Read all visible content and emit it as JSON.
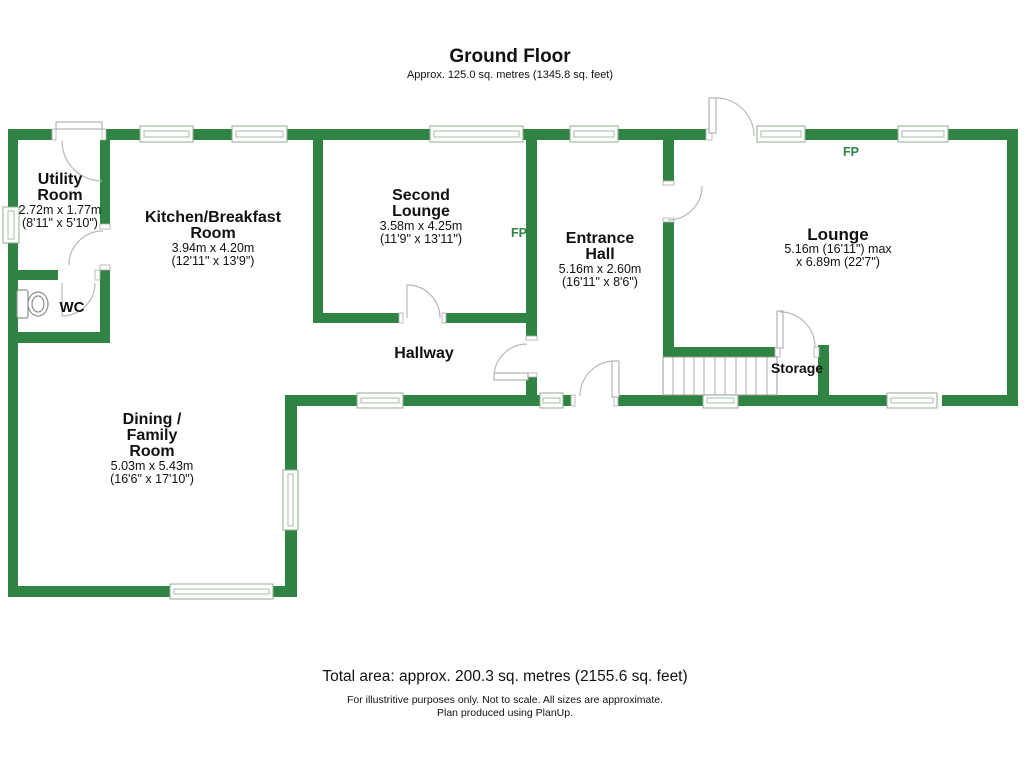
{
  "header": {
    "title": "Ground Floor",
    "subtitle": "Approx. 125.0 sq. metres (1345.8 sq. feet)"
  },
  "rooms": {
    "utility": {
      "name1": "Utility",
      "name2": "Room",
      "metric": "2.72m x 1.77m",
      "imperial": "(8'11\" x 5'10\")"
    },
    "kitchen": {
      "name1": "Kitchen/Breakfast",
      "name2": "Room",
      "metric": "3.94m x 4.20m",
      "imperial": "(12'11\" x 13'9\")"
    },
    "second_lounge": {
      "name1": "Second",
      "name2": "Lounge",
      "metric": "3.58m x 4.25m",
      "imperial": "(11'9\" x 13'11\")"
    },
    "entrance_hall": {
      "name1": "Entrance",
      "name2": "Hall",
      "metric": "5.16m x 2.60m",
      "imperial": "(16'11\" x 8'6\")"
    },
    "lounge": {
      "name": "Lounge",
      "metric": "5.16m (16'11\") max",
      "imperial": "x 6.89m (22'7\")"
    },
    "dining": {
      "name1": "Dining /",
      "name2": "Family",
      "name3": "Room",
      "metric": "5.03m x 5.43m",
      "imperial": "(16'6\" x 17'10\")"
    },
    "wc": {
      "name": "WC"
    },
    "hallway": {
      "name": "Hallway"
    },
    "storage": {
      "name": "Storage"
    }
  },
  "annotations": {
    "fp": "FP"
  },
  "footer": {
    "total": "Total area: approx. 200.3 sq. metres (2155.6 sq. feet)",
    "line1": "For illustritive purposes only.  Not to scale.  All sizes are approximate.",
    "line2": "Plan produced using PlanUp."
  },
  "colors": {
    "wall_green": "#2f8343",
    "fp_text": "#2f8343",
    "text": "#111111"
  }
}
